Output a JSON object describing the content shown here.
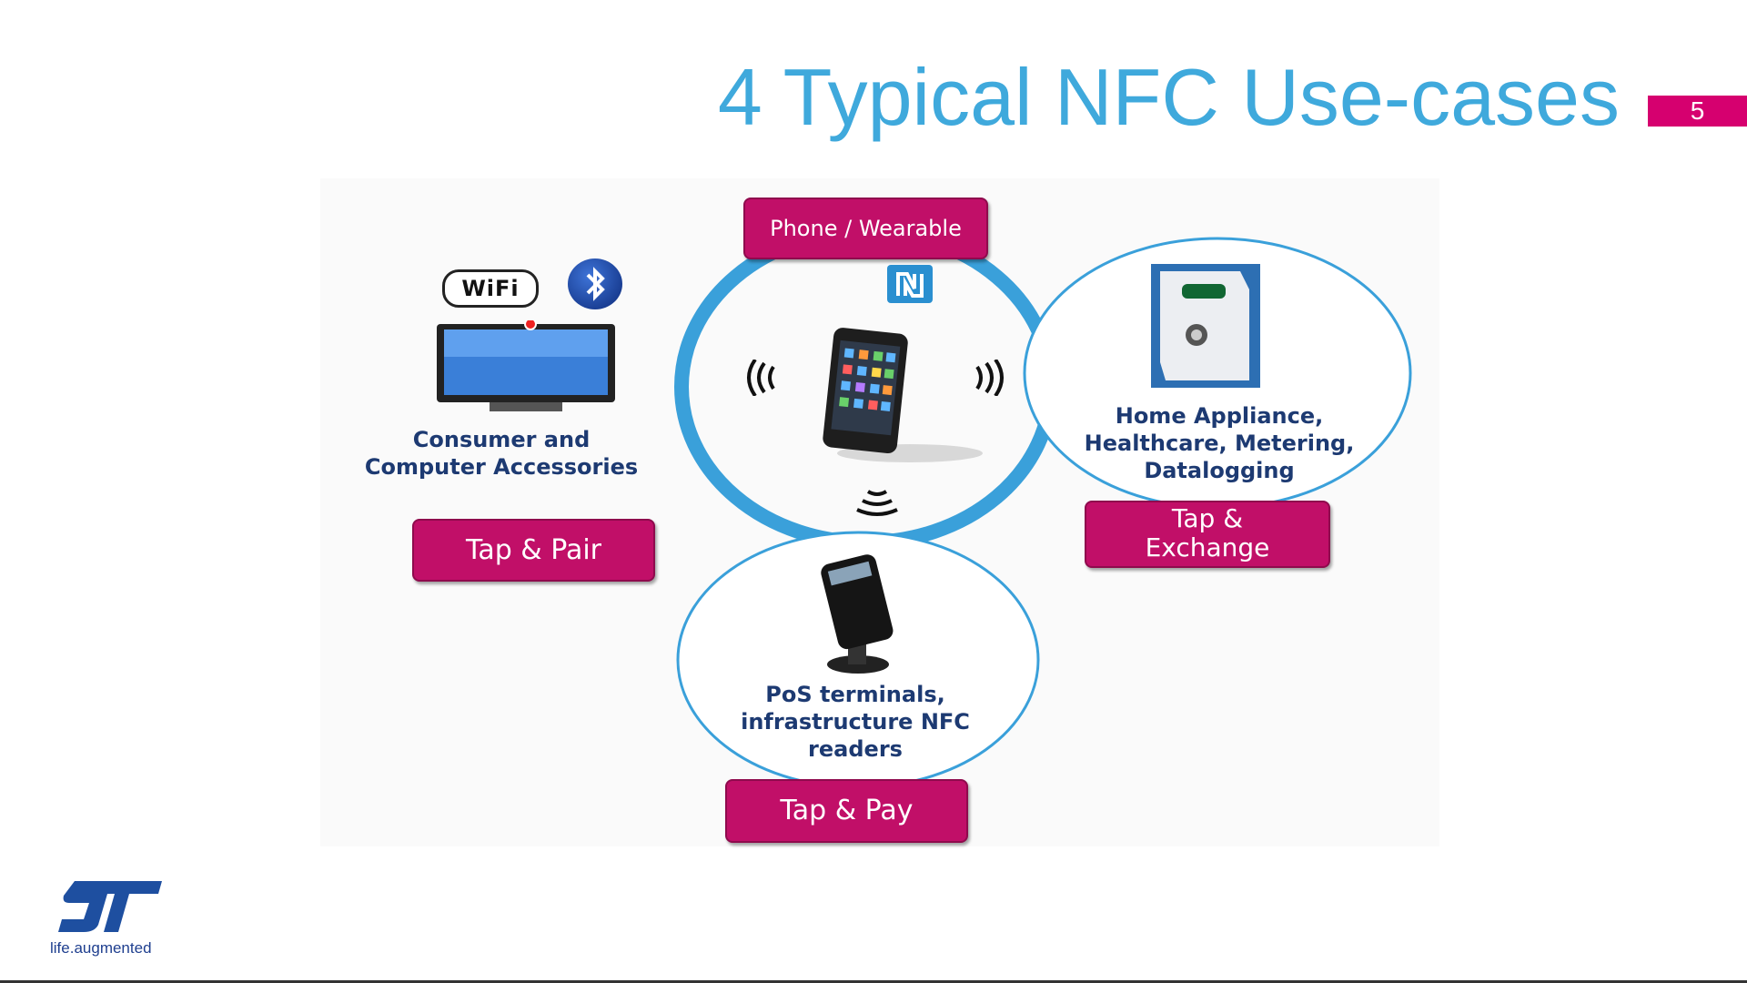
{
  "slide": {
    "title": "4 Typical NFC Use-cases",
    "page_number": "5"
  },
  "center": {
    "label": "Phone / Wearable"
  },
  "consumer": {
    "caption_line1": "Consumer and",
    "caption_line2": "Computer Accessories",
    "button": "Tap & Pair",
    "wifi_text": "WiFi"
  },
  "appliance": {
    "caption_line1": "Home Appliance,",
    "caption_line2": "Healthcare, Metering,",
    "caption_line3": "Datalogging",
    "button_line1": "Tap &",
    "button_line2": "Exchange"
  },
  "pos": {
    "caption_line1": "PoS terminals,",
    "caption_line2": "infrastructure NFC",
    "caption_line3": "readers",
    "button": "Tap & Pay"
  },
  "logo": {
    "tagline": "life.augmented"
  },
  "colors": {
    "title": "#3fa9dc",
    "accent": "#d6006f",
    "pill": "#c10f68",
    "ring": "#3aa0da",
    "caption": "#1d3a72"
  }
}
